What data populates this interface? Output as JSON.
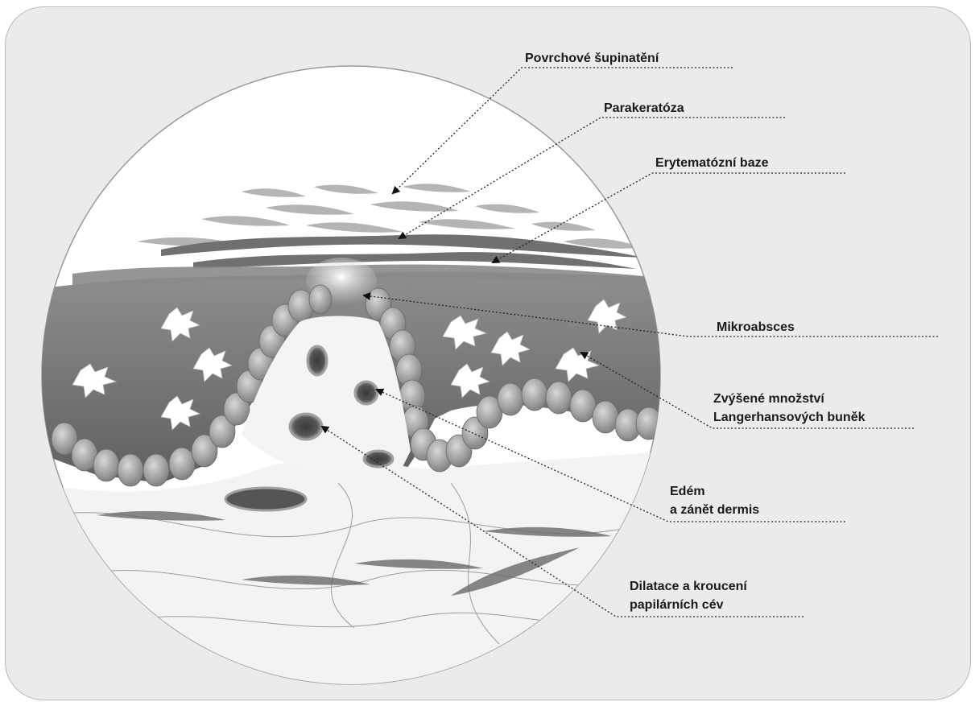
{
  "labels": {
    "povrchove": "Povrchové šupinatění",
    "parakeratoza": "Parakeratóza",
    "erytematozni": "Erytematózní baze",
    "mikroabsces": "Mikroabsces",
    "langerhans_line1": "Zvýšené množství",
    "langerhans_line2": "Langerhansových buněk",
    "edem_line1": "Edém",
    "edem_line2": "a zánět dermis",
    "dilatace_line1": "Dilatace a kroucení",
    "dilatace_line2": "papilárních cév"
  }
}
